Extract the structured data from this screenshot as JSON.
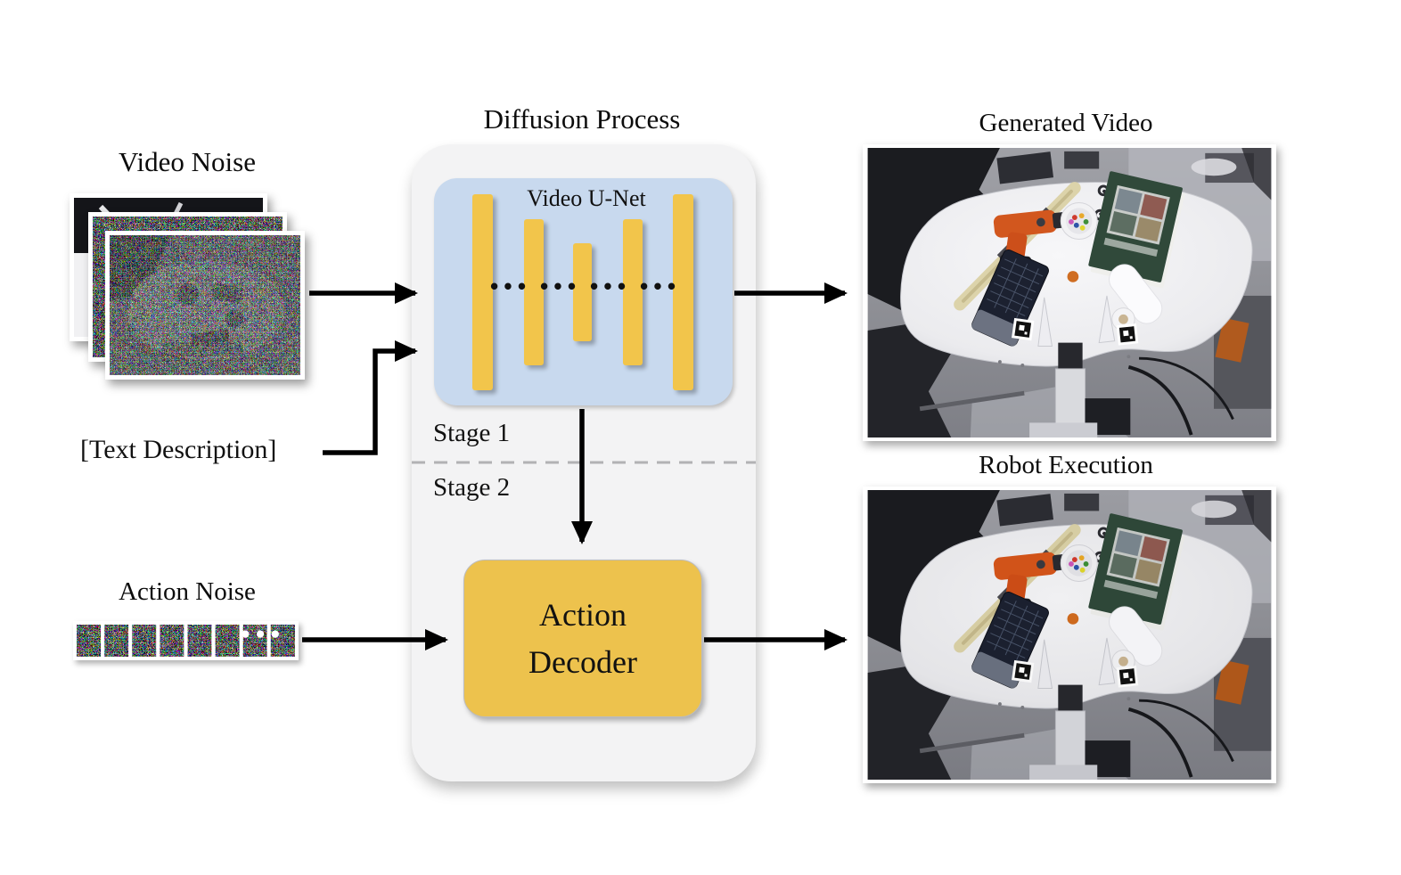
{
  "labels": {
    "video_noise": "Video Noise",
    "diffusion_process": "Diffusion Process",
    "video_unet": "Video U-Net",
    "stage1": "Stage 1",
    "stage2": "Stage 2",
    "text_description": "[Text Description]",
    "action_noise": "Action Noise",
    "action_decoder": "Action Decoder",
    "generated_video": "Generated Video",
    "robot_execution": "Robot Execution"
  },
  "unet": {
    "dots": "•••"
  },
  "action_noise_strip": {
    "ellipsis": "•••"
  },
  "colors": {
    "container_bg": "#f3f3f4",
    "unet_bg": "#c8d9ee",
    "bar_yellow": "#f2c54b",
    "decoder_yellow": "#edc24d",
    "arrow_black": "#000000",
    "divider_gray": "#b2b2b4"
  }
}
